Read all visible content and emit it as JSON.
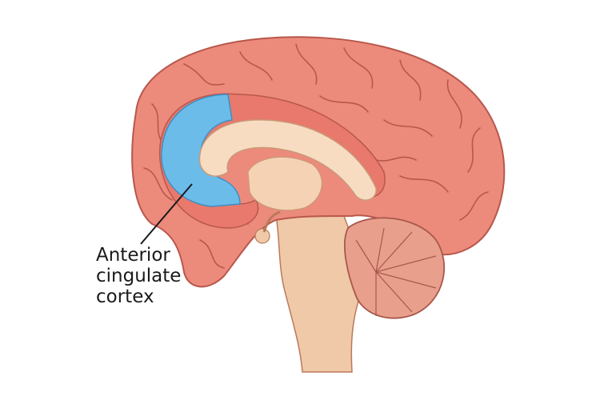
{
  "diagram": {
    "subject": "brain-sagittal-section",
    "colors": {
      "cortex": "#ec8a7c",
      "highlight": "#6cbcea",
      "inner": "#f7dcc2",
      "stem": "#f0c9a8",
      "outline": "#b8574c"
    },
    "label": {
      "lines": [
        "Anterior",
        "cingulate",
        "cortex"
      ]
    }
  }
}
